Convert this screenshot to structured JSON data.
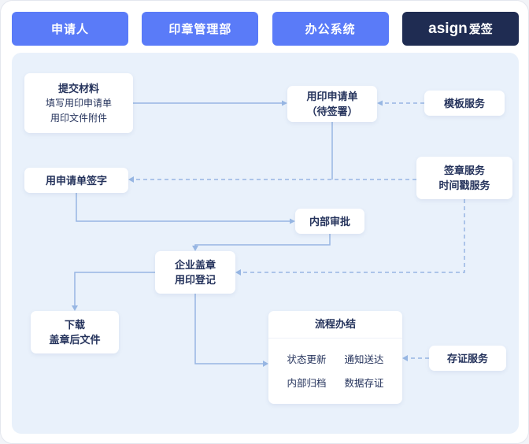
{
  "lanes": [
    {
      "label": "申请人"
    },
    {
      "label": "印章管理部"
    },
    {
      "label": "办公系统"
    },
    {
      "logo": "asign",
      "label": "爱签"
    }
  ],
  "nodes": {
    "submit": {
      "title": "提交材料",
      "lines": [
        "填写用印申请单",
        "用印文件附件"
      ]
    },
    "form": {
      "lines": [
        "用印申请单",
        "（待签署）"
      ]
    },
    "template": {
      "label": "模板服务"
    },
    "sign": {
      "label": "用申请单签字"
    },
    "service": {
      "lines": [
        "签章服务",
        "时间戳服务"
      ]
    },
    "approve": {
      "label": "内部审批"
    },
    "stamp": {
      "lines": [
        "企业盖章",
        "用印登记"
      ]
    },
    "download": {
      "lines": [
        "下载",
        "盖章后文件"
      ]
    },
    "process": {
      "title": "流程办结",
      "items": [
        "状态更新",
        "通知送达",
        "内部归档",
        "数据存证"
      ]
    },
    "attest": {
      "label": "存证服务"
    }
  },
  "edges": [
    {
      "from": "submit",
      "to": "form",
      "style": "solid"
    },
    {
      "from": "template",
      "to": "form",
      "style": "dashed"
    },
    {
      "from": "form",
      "to": "sign",
      "style": "solid"
    },
    {
      "from": "service",
      "to": "sign",
      "style": "dashed"
    },
    {
      "from": "sign",
      "to": "approve",
      "style": "solid"
    },
    {
      "from": "approve",
      "to": "stamp",
      "style": "solid"
    },
    {
      "from": "service",
      "to": "stamp",
      "style": "dashed"
    },
    {
      "from": "stamp",
      "to": "download",
      "style": "solid"
    },
    {
      "from": "stamp",
      "to": "process",
      "style": "solid"
    },
    {
      "from": "attest",
      "to": "process",
      "style": "dashed"
    }
  ],
  "colors": {
    "lane_blue": "#5a7bf8",
    "brand_navy": "#1f2c52",
    "canvas_bg": "#e9f1fb",
    "node_bg": "#ffffff",
    "text": "#25335c",
    "connector": "#97b6e3"
  }
}
